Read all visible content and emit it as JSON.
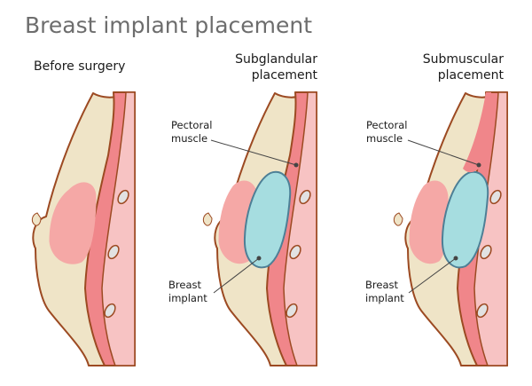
{
  "title": "Breast implant placement",
  "panels": [
    {
      "title": [
        "Before surgery"
      ]
    },
    {
      "title": [
        "Subglandular",
        "placement"
      ]
    },
    {
      "title": [
        "Submuscular",
        "placement"
      ]
    }
  ],
  "callouts": {
    "pectoral": [
      "Pectoral",
      "muscle"
    ],
    "implant": [
      "Breast",
      "implant"
    ]
  },
  "colors": {
    "skin": "#efe4c7",
    "outline": "#9c4a22",
    "gland": "#f5a8a6",
    "muscle": "#f0868a",
    "rib": "#e2e2e2",
    "implant": "#a6dde0",
    "implant_outline": "#4d7f96",
    "leader": "#444444"
  }
}
